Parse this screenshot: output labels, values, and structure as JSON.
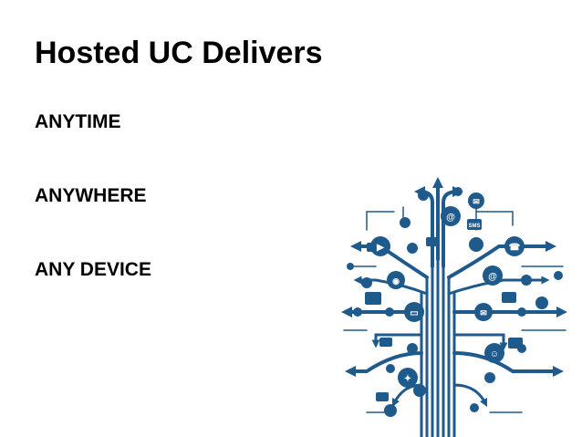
{
  "slide": {
    "title": "Hosted UC Delivers",
    "bullets": [
      "ANYTIME",
      "ANYWHERE",
      "ANY DEVICE"
    ]
  },
  "graphic": {
    "name": "technology-tree-illustration",
    "color": "#1f5a8c",
    "icons": [
      "email-icon",
      "at-sign-icon",
      "clock-icon",
      "phone-icon",
      "chat-icon",
      "sms-icon",
      "video-icon",
      "camera-icon",
      "mail-icon",
      "pencil-icon",
      "globe-icon",
      "computer-icon",
      "people-icon",
      "rss-icon",
      "star-icon",
      "bird-icon"
    ],
    "sms_label": "SMS"
  }
}
